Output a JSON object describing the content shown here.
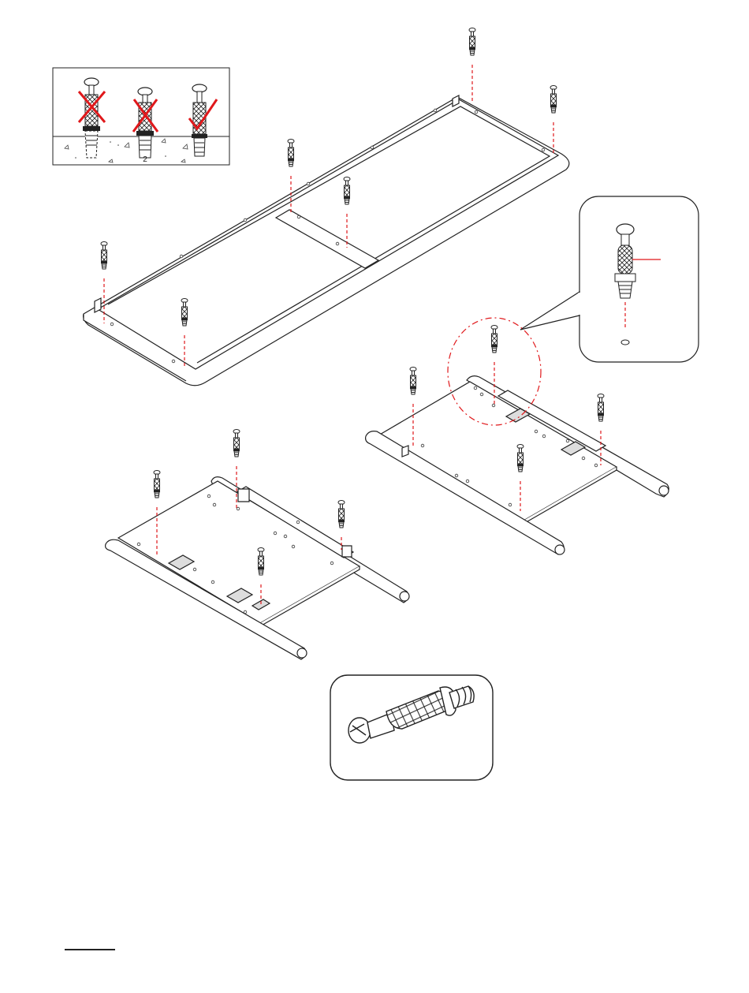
{
  "inset_depth_guide": {
    "label_right": "2",
    "states": [
      "too-deep",
      "too-shallow",
      "correct"
    ]
  },
  "colors": {
    "line": "#1a1a1a",
    "guide": "#e0181b",
    "background": "#ffffff"
  },
  "footer_rule": ""
}
